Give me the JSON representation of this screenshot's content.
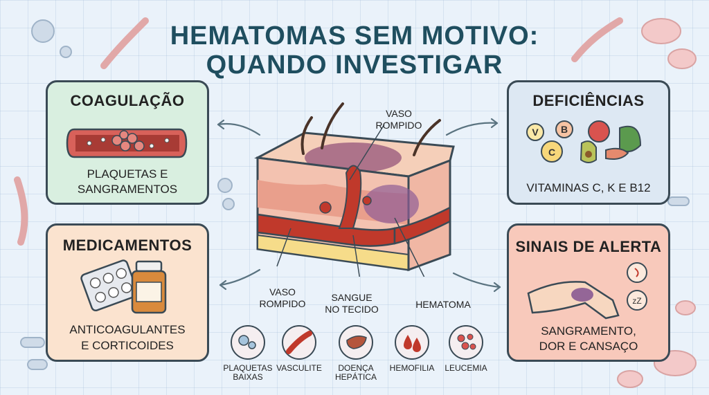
{
  "title": {
    "line1": "HEMATOMAS SEM MOTIVO:",
    "line2": "QUANDO INVESTIGAR"
  },
  "panels": {
    "coagulacao": {
      "heading": "COAGULAÇÃO",
      "caption_1": "PLAQUETAS E",
      "caption_2": "SANGRAMENTOS"
    },
    "medicamentos": {
      "heading": "MEDICAMENTOS",
      "caption_1": "ANTICOAGULANTES",
      "caption_2": "E CORTICOIDES"
    },
    "deficiencias": {
      "heading": "DEFICIÊNCIAS",
      "caption_1": "VITAMINAS C, K E B12",
      "vitamins": [
        "V",
        "B",
        "C"
      ]
    },
    "alerta": {
      "heading": "SINAIS DE ALERTA",
      "caption_1": "SANGRAMENTO,",
      "caption_2": "DOR E CANSAÇO"
    }
  },
  "skin_labels": {
    "vaso_top_1": "VASO",
    "vaso_top_2": "ROMPIDO",
    "vaso_bottom_1": "VASO",
    "vaso_bottom_2": "ROMPIDO",
    "sangue_1": "SANGUE",
    "sangue_2": "NO TECIDO",
    "hematoma": "HEMATOMA"
  },
  "bottom_items": [
    {
      "line1": "PLAQUETAS",
      "line2": "BAIXAS",
      "icon": "platelet-icon"
    },
    {
      "line1": "VASCULITE",
      "line2": "",
      "icon": "vessel-icon"
    },
    {
      "line1": "DOENÇA",
      "line2": "HEPÁTICA",
      "icon": "liver-icon"
    },
    {
      "line1": "HEMOFILIA",
      "line2": "",
      "icon": "blood-drop-icon"
    },
    {
      "line1": "LEUCEMIA",
      "line2": "",
      "icon": "blood-cells-icon"
    }
  ],
  "colors": {
    "title": "#1f4e5f",
    "coag": "#d9efe0",
    "med": "#fbe3cf",
    "def": "#dde8f3",
    "alert": "#f8c9bb",
    "blood": "#c0392b"
  }
}
